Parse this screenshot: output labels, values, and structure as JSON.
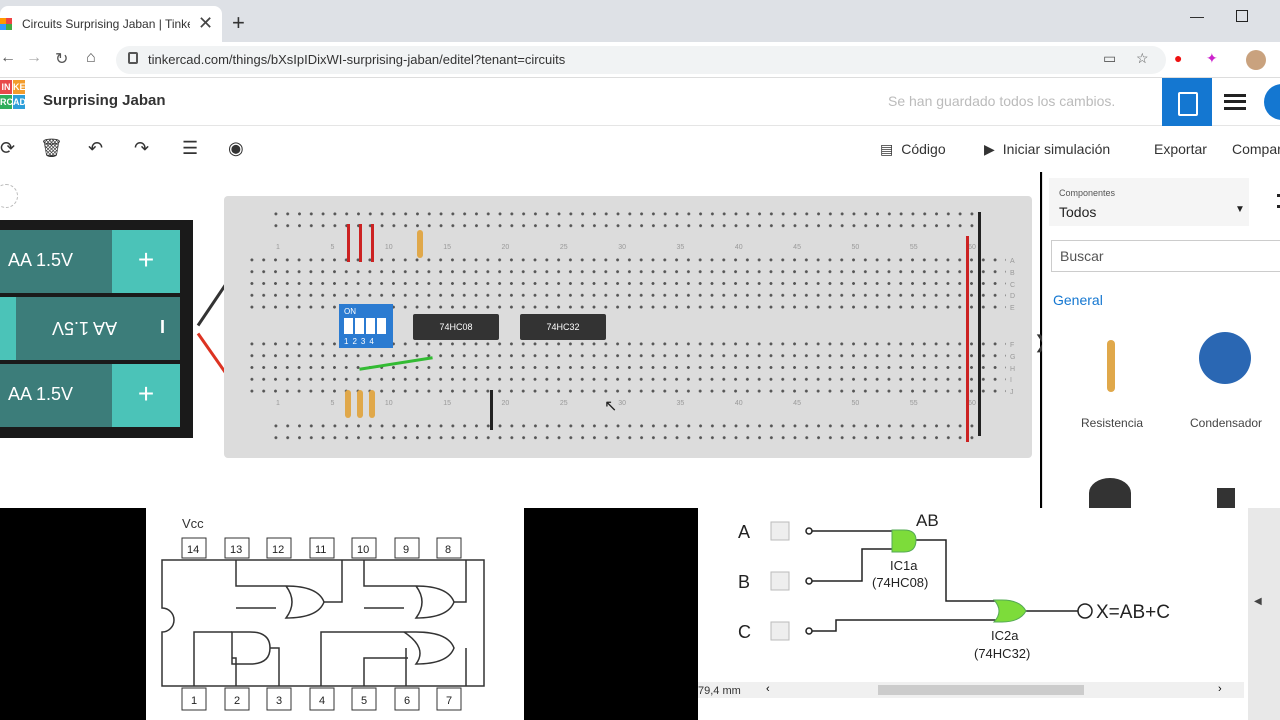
{
  "browser": {
    "tab_title": "Circuits Surprising Jaban | Tinkercad",
    "tab_close": "✕",
    "new_tab": "+",
    "url": "tinkercad.com/things/bXsIpIDixWI-surprising-jaban/editel?tenant=circuits",
    "icons": [
      "back-icon",
      "forward-icon",
      "reload-icon",
      "home-icon",
      "lock-icon",
      "cast-icon",
      "star-icon",
      "opera-icon",
      "extension-icon",
      "profile-icon",
      "minimize-icon",
      "maximize-icon"
    ]
  },
  "app": {
    "logo_letters": [
      "IN",
      "KE",
      "RC",
      "AD"
    ],
    "project_title": "Surprising Jaban",
    "save_status": "Se han guardado todos los cambios."
  },
  "toolbar": {
    "code_label": "Código",
    "simulate_label": "Iniciar simulación",
    "export_label": "Exportar",
    "share_label": "Compartir"
  },
  "workspace": {
    "battery_cells": [
      "AA 1.5V",
      "AA 1.5V",
      "AA 1.5V"
    ],
    "battery_plus": "+",
    "battery_minus": "I",
    "dip_on": "ON",
    "dip_numbers": "1234",
    "chips": [
      "74HC08",
      "74HC32"
    ],
    "row_numbers": [
      "1",
      "5",
      "10",
      "15",
      "20",
      "25",
      "30",
      "35",
      "40",
      "45",
      "50",
      "55",
      "60"
    ],
    "row_letters_top": [
      "A",
      "B",
      "C",
      "D",
      "E"
    ],
    "row_letters_bottom": [
      "F",
      "G",
      "H",
      "I",
      "J"
    ]
  },
  "panel": {
    "components_caption": "Componentes",
    "components_value": "Todos",
    "search_placeholder": "Buscar",
    "section_title": "General",
    "components": [
      "Resistencia",
      "Condensador"
    ]
  },
  "pinout": {
    "vcc_label": "Vcc",
    "top_pins": [
      "14",
      "13",
      "12",
      "11",
      "10",
      "9",
      "8"
    ],
    "bottom_pins": [
      "1",
      "2",
      "3",
      "4",
      "5",
      "6",
      "7"
    ]
  },
  "circuit": {
    "inputs": [
      "A",
      "B",
      "C"
    ],
    "gate1_output": "AB",
    "gate1_name": "IC1a",
    "gate1_part": "(74HC08)",
    "gate2_name": "IC2a",
    "gate2_part": "(74HC32)",
    "output_label": "X=AB+C",
    "zoom": "79,4 mm"
  },
  "colors": {
    "accent": "#1477d1",
    "battery_cell": "#3c7d7a",
    "battery_plus": "#4bc3b8",
    "gate": "#7ddc3a"
  }
}
